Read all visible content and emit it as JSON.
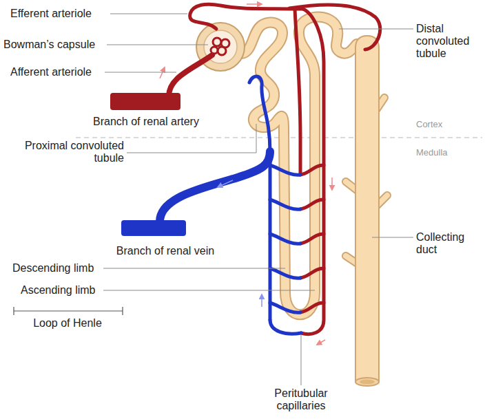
{
  "diagram": {
    "labels": [
      "Efferent arteriole",
      "Bowman’s capsule",
      "Afferent arteriole",
      "Branch of renal artery",
      "Proximal convoluted tubule",
      "Branch of renal vein",
      "Descending limb",
      "Ascending limb",
      "Loop of Henle",
      "Distal convoluted tubule",
      "Cortex",
      "Medulla",
      "Collecting duct",
      "Peritubular capillaries"
    ]
  }
}
